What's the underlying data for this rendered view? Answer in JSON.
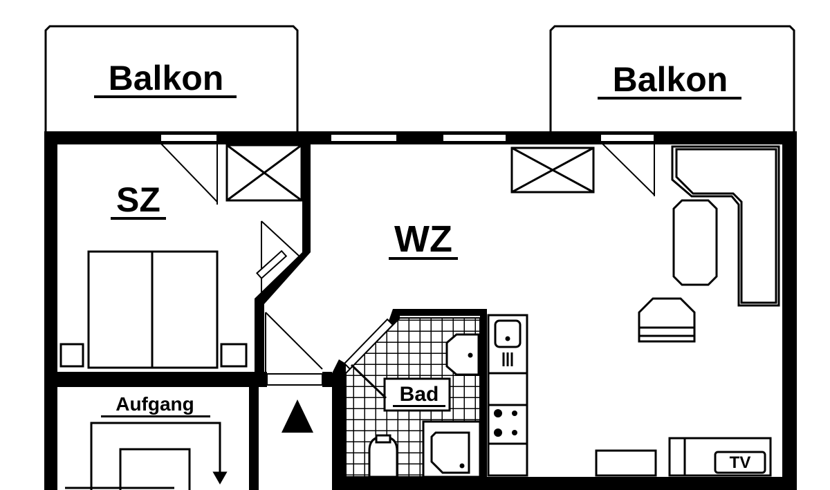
{
  "floor_plan": {
    "rooms": {
      "balcony_left": "Balkon",
      "balcony_right": "Balkon",
      "bedroom": "SZ",
      "living_room": "WZ",
      "stairwell": "Aufgang",
      "bathroom": "Bad"
    },
    "furniture": {
      "tv": "TV"
    },
    "colors": {
      "wall": "#000000",
      "background": "#ffffff"
    }
  }
}
